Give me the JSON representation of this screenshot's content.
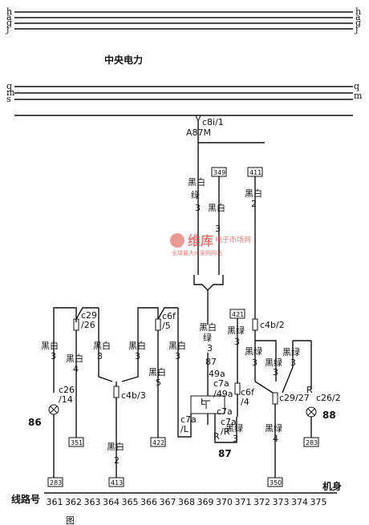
{
  "bus_top": [
    "h",
    "a",
    "g",
    "j"
  ],
  "section_title": "中央电力",
  "bus_mid": [
    "q",
    "m",
    "s"
  ],
  "main_connector": {
    "code": "c8i/1",
    "name": "A87M"
  },
  "connectors": {
    "c29_26": "c29\n/26",
    "c6f_5": "c6f\n/5",
    "c4b_2": "c4b/2",
    "c4b_3": "c4b/3",
    "c26_14": "c26\n/14",
    "c29_27": "c29/27",
    "c26_2": "c26/2",
    "c7a_49a": "/49a",
    "c6f_4": "c6f\n/4",
    "c7a_L": "c7a\n/L",
    "c7a_R": "c7a\n/R"
  },
  "wire_labels": {
    "w349a": "黑白",
    "w349b": "绿",
    "w349c": "3",
    "w349d": "黑白",
    "w349e": "3",
    "w411a": "黑白",
    "w411b": "2",
    "w_mid_a": "黑白",
    "w_mid_b": "绿",
    "w_mid_c": "3",
    "w421a": "黑绿",
    "w421b": "3",
    "w372a": "黑绿",
    "w372b": "3",
    "w373a": "黑绿",
    "w373b": "3",
    "w374a": "黑绿",
    "w374b": "3",
    "w361a": "黑白",
    "w361b": "3",
    "w362a": "黑白",
    "w362b": "4",
    "w364a": "黑白",
    "w364b": "3",
    "w366a": "黑白",
    "w366b": "3",
    "w367a": "黑白",
    "w367b": "5",
    "w413a": "黑白",
    "w413b": "2",
    "w_rel_a": "黑绿",
    "w_rel_b": "3",
    "w_right_a": "黑绿",
    "w_right_b": "4",
    "num87_top": "87",
    "num49a": "49a",
    "c7a_top": "c7a",
    "rel_L": "L",
    "rel_R": "R",
    "num87_bottom": "87",
    "num86": "86",
    "num88": "88",
    "r_right": "R"
  },
  "ref_boxes": {
    "b349": "349",
    "b411": "411",
    "b421": "421",
    "b351": "351",
    "b422": "422",
    "b283a": "283",
    "b413": "413",
    "b350": "350",
    "b283b": "283"
  },
  "watermark": {
    "logo": "维库",
    "title": "电子市场网",
    "sub": "全球最大IC采购网站"
  },
  "ground_label": "机身",
  "circuit_label": "线路号",
  "circuit_numbers": [
    "361",
    "362",
    "363",
    "364",
    "365",
    "366",
    "367",
    "368",
    "369",
    "370",
    "371",
    "372",
    "373",
    "374",
    "375"
  ],
  "caption_partial": "图"
}
